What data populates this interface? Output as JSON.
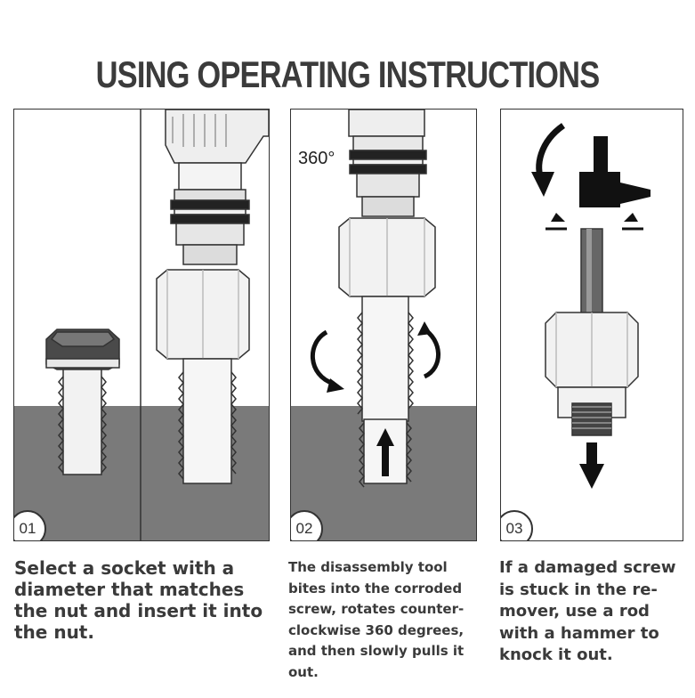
{
  "title": "USING OPERATING INSTRUCTIONS",
  "steps": [
    {
      "number": "01",
      "caption": "Select a socket with a diameter that matches the nut and insert it into the nut."
    },
    {
      "number": "02",
      "caption": "The disassembly tool bites into the corroded screw, rotates counter-clockwise 360 degrees, and then slowly pulls it out.",
      "annotation": "360°"
    },
    {
      "number": "03",
      "caption": "If a damaged screw is stuck in the re-mover, use a rod with a hammer to knock it out."
    }
  ],
  "colors": {
    "ground": "#7a7a7a",
    "outline": "#333333",
    "text": "#3a3a3a"
  }
}
